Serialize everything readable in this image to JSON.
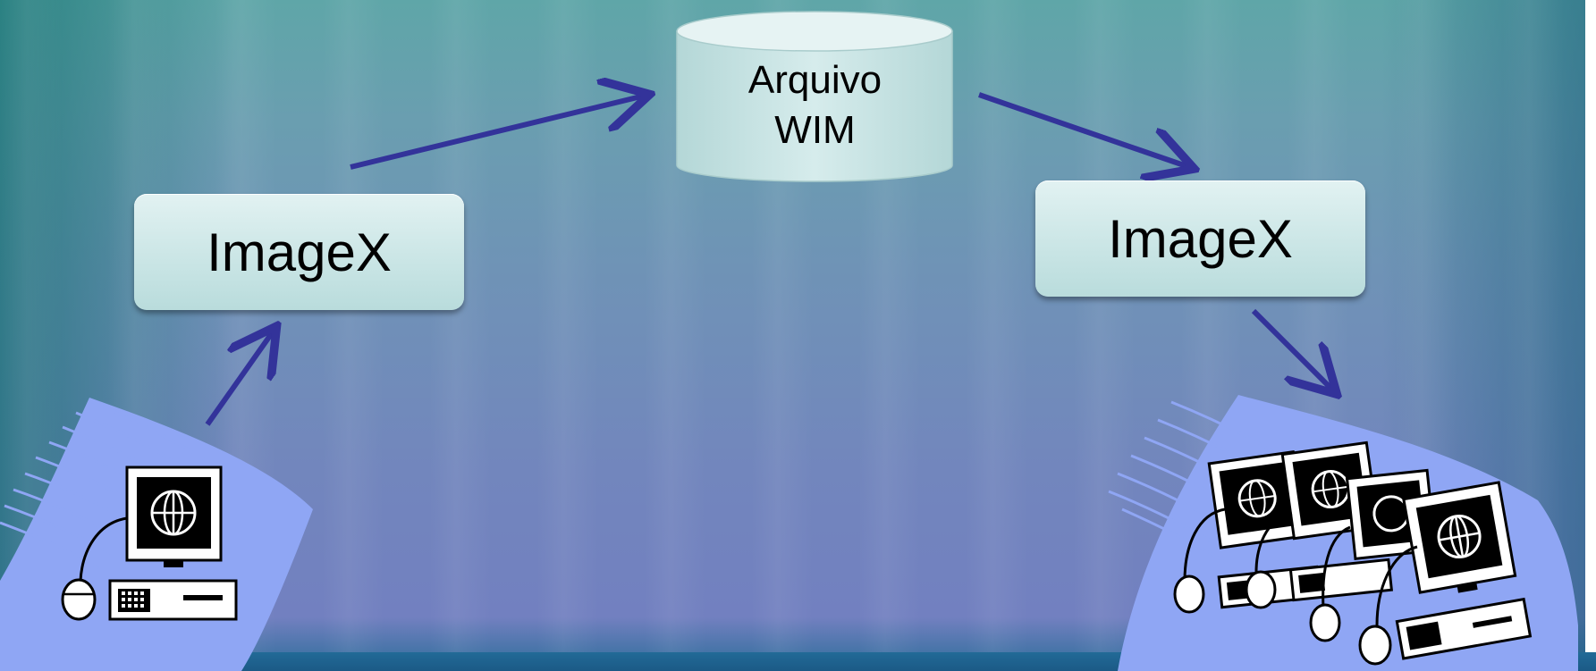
{
  "diagram": {
    "source_box_label": "ImageX",
    "target_box_label": "ImageX",
    "file_label_line1": "Arquivo",
    "file_label_line2": "WIM",
    "colors": {
      "arrow": "#33339a",
      "box_fill": "#cfe8e8",
      "swoosh": "#8fa6f4"
    },
    "icons": [
      "single-computer-icon",
      "multiple-computers-icon",
      "globe-icon"
    ]
  }
}
